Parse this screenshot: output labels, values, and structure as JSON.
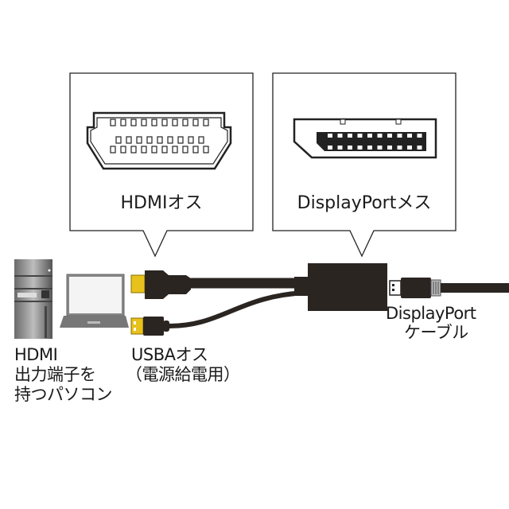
{
  "callouts": {
    "hdmi_label": "HDMIオス",
    "dp_label": "DisplayPortメス"
  },
  "labels": {
    "pc_line1": "HDMI",
    "pc_line2": "出力端子を",
    "pc_line3": "持つパソコン",
    "usb_line1": "USBAオス",
    "usb_line2": "（電源給電用）",
    "dp_cable_line1": "DisplayPort",
    "dp_cable_line2": "ケーブル"
  },
  "colors": {
    "cable": "#2b2522",
    "gold": "#e8c21c",
    "outline": "#222222"
  }
}
